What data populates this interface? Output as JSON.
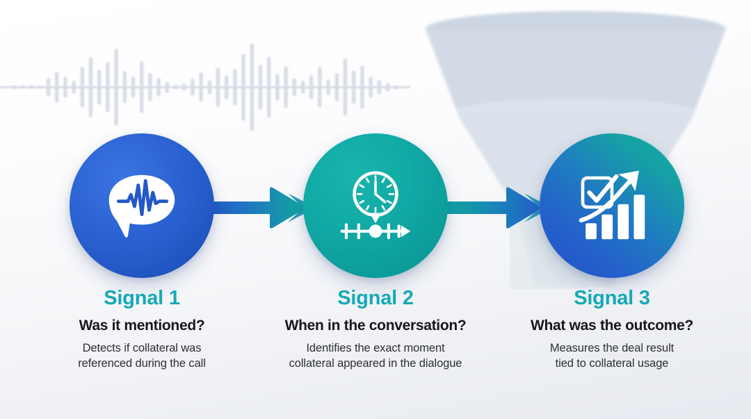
{
  "theme": {
    "signal_label_color": "#15A9B6",
    "question_color": "#17181C",
    "description_color": "#2D2F36",
    "circle1_color": "#2C63D4",
    "circle2_color": "#10A8A4",
    "circle3_gradient_from": "#2450C6",
    "circle3_gradient_to": "#10ADA0",
    "background_color": "#F2F4F7",
    "connector_from": "#2458C8",
    "connector_to": "#12A79E"
  },
  "background": {
    "waveform": {
      "name": "audio-waveform-watermark",
      "color": "#D6DAE4",
      "baseline_color": "#DFE3EC",
      "bars": [
        6,
        4,
        5,
        3,
        26,
        44,
        30,
        18,
        58,
        86,
        50,
        72,
        110,
        46,
        30,
        74,
        40,
        26,
        16,
        6,
        10,
        24,
        42,
        20,
        56,
        34,
        52,
        96,
        126,
        64,
        88,
        38,
        60,
        26,
        18,
        34,
        58,
        22,
        40,
        82,
        48,
        62,
        30,
        20,
        12,
        6
      ]
    },
    "funnel": {
      "name": "sales-funnel-watermark",
      "top_color": "#D3DAE5",
      "mid_color": "#DCE3EC",
      "bottom_color": "#E2E8EF"
    }
  },
  "signals": [
    {
      "id": "signal-1",
      "label": "Signal 1",
      "question": "Was it mentioned?",
      "description_lines": [
        "Detects if collateral was",
        "referenced during the call"
      ],
      "icon_name": "speech-bubble-waveform-icon"
    },
    {
      "id": "signal-2",
      "label": "Signal 2",
      "question": "When in the conversation?",
      "description_lines": [
        "Identifies the exact moment",
        "collateral appeared in the dialogue"
      ],
      "icon_name": "clock-timeline-icon"
    },
    {
      "id": "signal-3",
      "label": "Signal 3",
      "question": "What was the outcome?",
      "description_lines": [
        "Measures the deal result",
        "tied to collateral usage"
      ],
      "icon_name": "checkbox-growth-chart-icon"
    }
  ],
  "connectors": [
    {
      "id": "connector-1",
      "name": "arrow-signal1-to-signal2"
    },
    {
      "id": "connector-2",
      "name": "arrow-signal2-to-signal3"
    }
  ]
}
